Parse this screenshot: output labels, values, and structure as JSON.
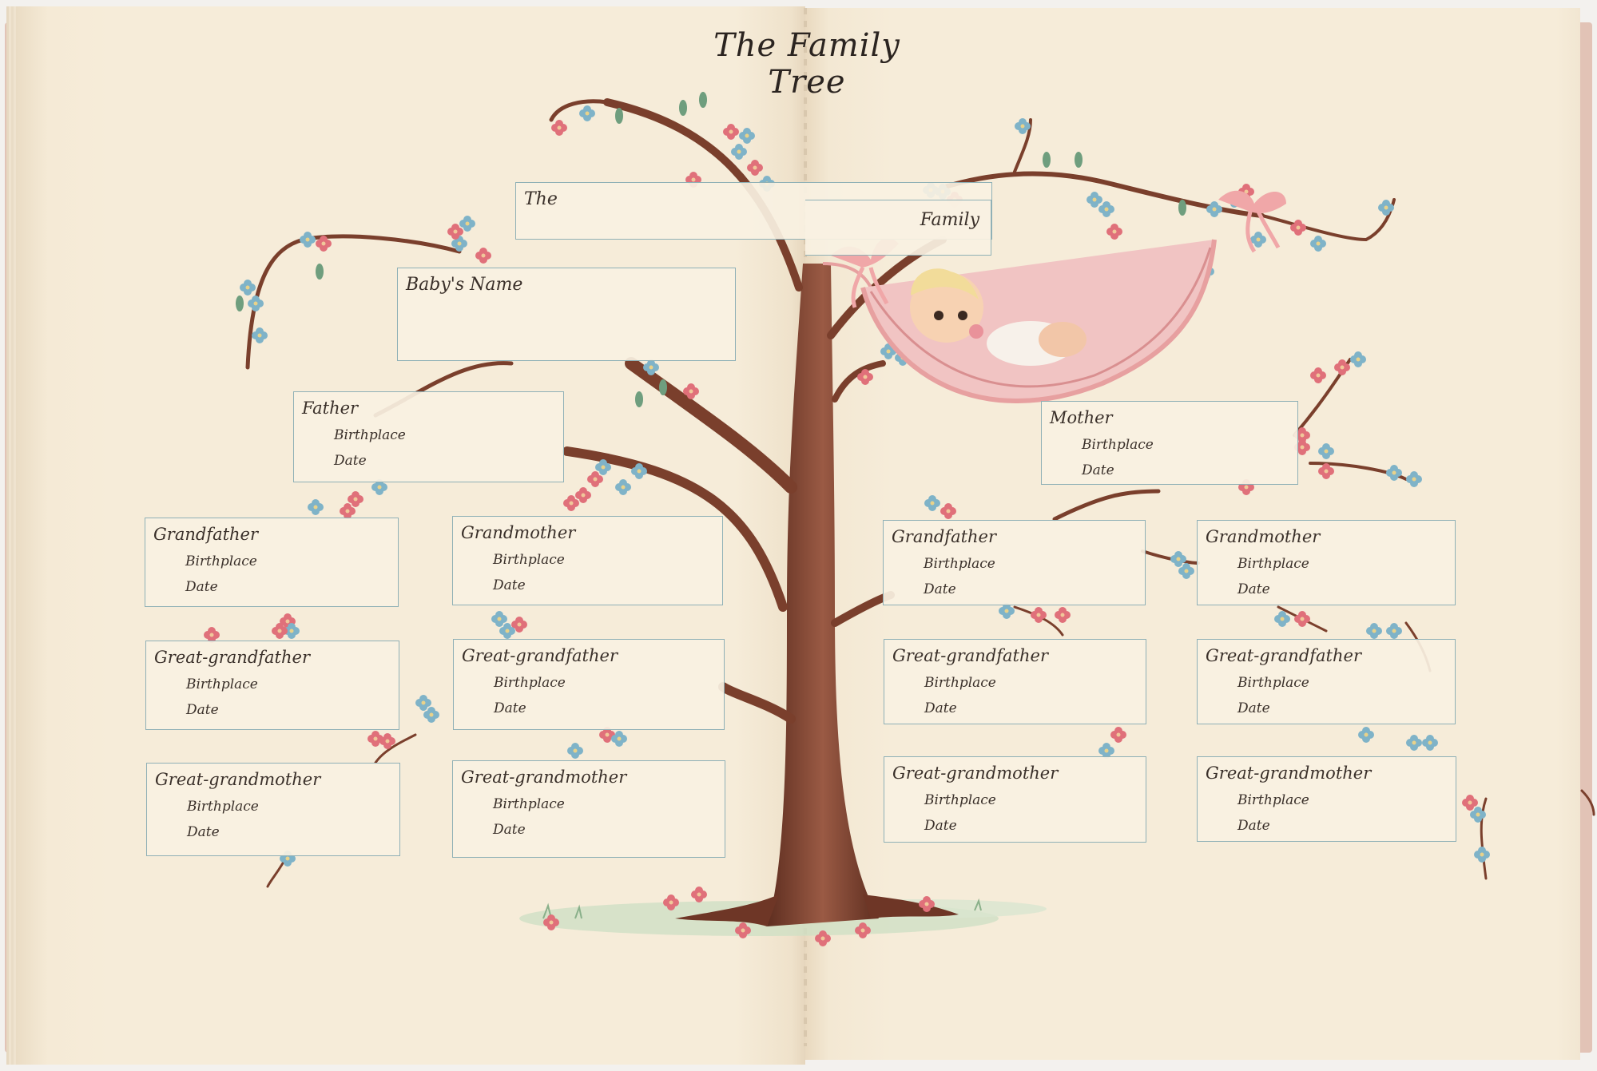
{
  "page": {
    "title": "The Family Tree",
    "family_box": {
      "left_label": "The",
      "right_label": "Family"
    },
    "baby_box": {
      "label": "Baby's Name"
    },
    "father": {
      "label": "Father",
      "birthplace": "Birthplace",
      "date": "Date"
    },
    "mother": {
      "label": "Mother",
      "birthplace": "Birthplace",
      "date": "Date"
    },
    "left_grandfather": {
      "label": "Grandfather",
      "birthplace": "Birthplace",
      "date": "Date"
    },
    "left_grandmother": {
      "label": "Grandmother",
      "birthplace": "Birthplace",
      "date": "Date"
    },
    "left_ggf_1": {
      "label": "Great-grandfather",
      "birthplace": "Birthplace",
      "date": "Date"
    },
    "left_ggf_2": {
      "label": "Great-grandfather",
      "birthplace": "Birthplace",
      "date": "Date"
    },
    "left_ggm_1": {
      "label": "Great-grandmother",
      "birthplace": "Birthplace",
      "date": "Date"
    },
    "left_ggm_2": {
      "label": "Great-grandmother",
      "birthplace": "Birthplace",
      "date": "Date"
    },
    "right_grandfather": {
      "label": "Grandfather",
      "birthplace": "Birthplace",
      "date": "Date"
    },
    "right_grandmother": {
      "label": "Grandmother",
      "birthplace": "Birthplace",
      "date": "Date"
    },
    "right_ggf_1": {
      "label": "Great-grandfather",
      "birthplace": "Birthplace",
      "date": "Date"
    },
    "right_ggf_2": {
      "label": "Great-grandfather",
      "birthplace": "Birthplace",
      "date": "Date"
    },
    "right_ggm_1": {
      "label": "Great-grandmother",
      "birthplace": "Birthplace",
      "date": "Date"
    },
    "right_ggm_2": {
      "label": "Great-grandmother",
      "birthplace": "Birthplace",
      "date": "Date"
    }
  },
  "colors": {
    "paper": "#f6ecd9",
    "cover": "#e2c3b6",
    "box_border": "#8fb0b6",
    "trunk": "#7a3f2c",
    "flower_pink": "#e0707a",
    "flower_blue": "#7fb3c8",
    "leaf_green": "#6f9e7e",
    "ribbon_pink": "#f0a7a8"
  }
}
